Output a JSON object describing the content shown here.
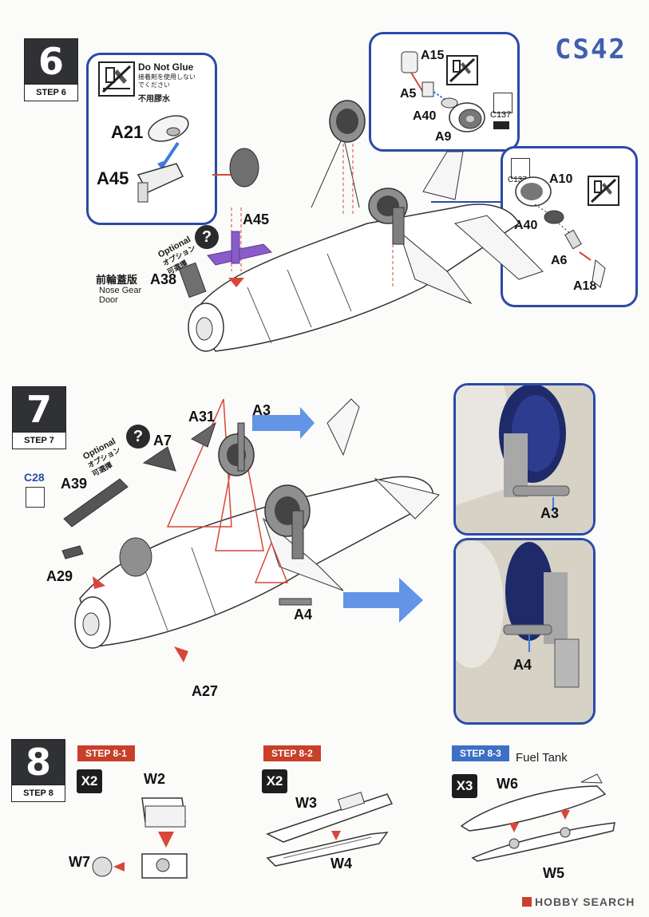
{
  "series_code": "CS42",
  "steps": [
    {
      "number": "6",
      "label": "STEP 6"
    },
    {
      "number": "7",
      "label": "STEP 7"
    },
    {
      "number": "8",
      "label": "STEP 8"
    }
  ],
  "step6": {
    "do_not_glue_en": "Do Not Glue",
    "do_not_glue_jp": "接着剤を使用しない\nでください",
    "do_not_glue_cn": "不用膠水",
    "parts": {
      "a21": "A21",
      "a45": "A45",
      "a45b": "A45",
      "a38": "A38",
      "a15": "A15",
      "a5": "A5",
      "a40": "A40",
      "a9": "A9",
      "a10": "A10",
      "a40b": "A40",
      "a6": "A6",
      "a18": "A18"
    },
    "paint_code_top": "C137",
    "paint_code_right": "C137",
    "optional_en": "Optional",
    "optional_jp": "オプション",
    "optional_cn": "可選擇",
    "question_mark": "?",
    "nose_door_cn": "前輪蓋版",
    "nose_door_en1": "Nose Gear",
    "nose_door_en2": "Door"
  },
  "step7": {
    "parts": {
      "a31": "A31",
      "a3": "A3",
      "a7": "A7",
      "a39": "A39",
      "a29": "A29",
      "a4": "A4",
      "a27": "A27",
      "a3_detail": "A3",
      "a4_detail": "A4"
    },
    "paint_code": "C28",
    "optional_en": "Optional",
    "optional_jp": "オプション",
    "optional_cn": "可選擇",
    "question_mark": "?"
  },
  "step8": {
    "substeps": [
      {
        "label": "STEP 8-1",
        "color": "#c8402a",
        "multiplier": "X2"
      },
      {
        "label": "STEP 8-2",
        "color": "#c8402a",
        "multiplier": "X2"
      },
      {
        "label": "STEP 8-3",
        "color": "#3d6fc6",
        "multiplier": "X3"
      }
    ],
    "fuel_tank_label": "Fuel Tank",
    "parts": {
      "w2": "W2",
      "w7": "W7",
      "w3": "W3",
      "w4": "W4",
      "w6": "W6",
      "w5": "W5"
    }
  },
  "watermark": "HOBBY SEARCH",
  "colors": {
    "callout_border": "#2b4aa8",
    "arrow_red": "#d9463a",
    "arrow_blue": "#3d7be0",
    "optional_purple": "#8a5cc9"
  }
}
